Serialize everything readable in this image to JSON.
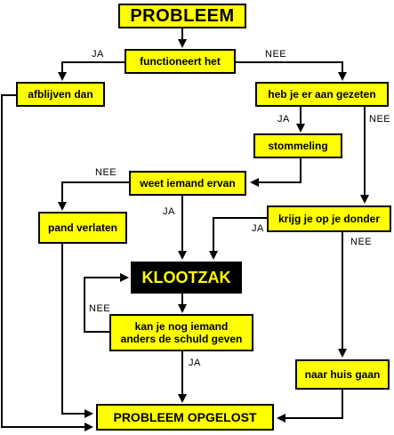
{
  "nodes": {
    "probleem": "PROBLEEM",
    "functioneert": "functioneert het",
    "afblijven": "afblijven dan",
    "gezeten": "heb je er aan gezeten",
    "stommeling": "stommeling",
    "weet": "weet iemand ervan",
    "pand": "pand verlaten",
    "donder": "krijg je op je donder",
    "klootzak": "KLOOTZAK",
    "schuld_line1": "kan je nog iemand",
    "schuld_line2": "anders de schuld geven",
    "naarhuis": "naar huis gaan",
    "opgelost": "PROBLEEM OPGELOST"
  },
  "labels": {
    "ja_functioneert": "JA",
    "nee_functioneert": "NEE",
    "ja_gezeten": "JA",
    "nee_gezeten": "NEE",
    "nee_weet": "NEE",
    "ja_weet": "JA",
    "ja_donder": "JA",
    "nee_donder": "NEE",
    "nee_schuld": "NEE",
    "ja_schuld": "JA"
  },
  "colors": {
    "box_fill": "#ffff00",
    "box_border": "#000000",
    "highlight_fill": "#000000",
    "highlight_text": "#ffff00",
    "line": "#000000"
  }
}
